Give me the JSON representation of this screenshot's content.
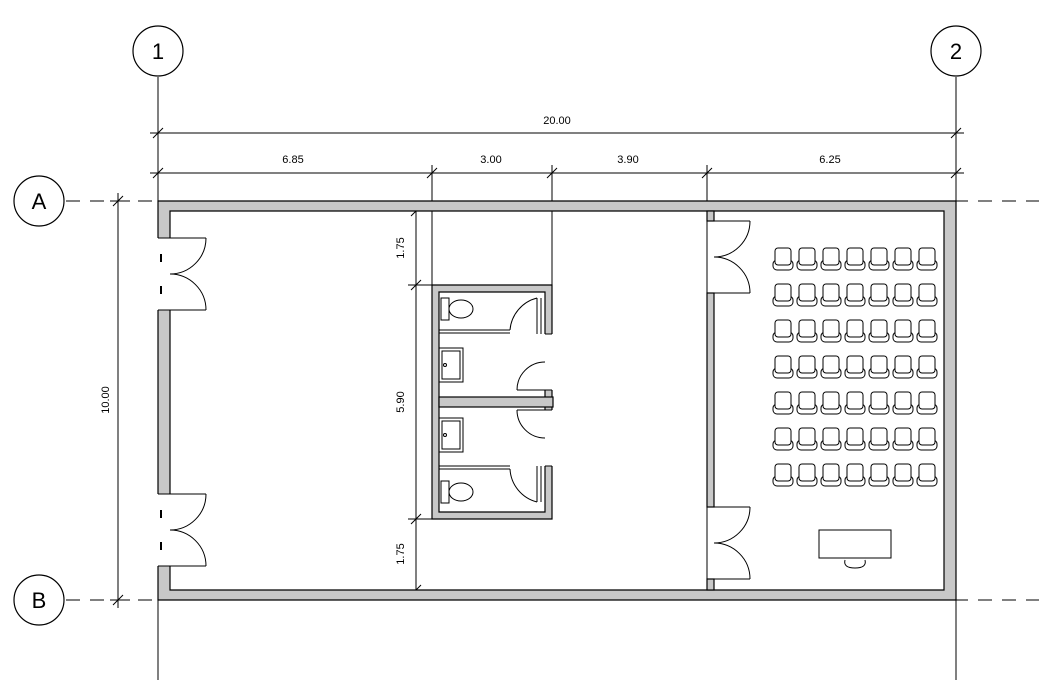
{
  "grid": {
    "columns": [
      "1",
      "2"
    ],
    "rows": [
      "A",
      "B"
    ]
  },
  "dimensions": {
    "overall": "20.00",
    "segments": [
      "6.85",
      "3.00",
      "3.90",
      "6.25"
    ],
    "height": "10.00",
    "toilet_top": "1.75",
    "toilet_block": "5.90",
    "toilet_bottom": "1.75"
  }
}
